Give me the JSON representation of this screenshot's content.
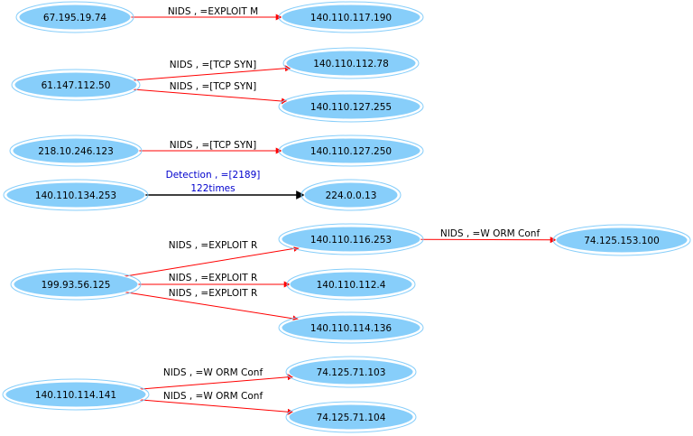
{
  "colors": {
    "node_fill": "#87cefa",
    "edge_alert": "#ff0000",
    "edge_detection": "#000000",
    "label_alert": "#000000",
    "label_detection": "#0000cd"
  },
  "nodes": [
    {
      "id": "n1",
      "label": "67.195.19.74"
    },
    {
      "id": "n2",
      "label": "140.110.117.190"
    },
    {
      "id": "n3",
      "label": "61.147.112.50"
    },
    {
      "id": "n4",
      "label": "140.110.112.78"
    },
    {
      "id": "n5",
      "label": "140.110.127.255"
    },
    {
      "id": "n6",
      "label": "218.10.246.123"
    },
    {
      "id": "n7",
      "label": "140.110.127.250"
    },
    {
      "id": "n8",
      "label": "140.110.134.253"
    },
    {
      "id": "n9",
      "label": "224.0.0.13"
    },
    {
      "id": "n10",
      "label": "140.110.116.253"
    },
    {
      "id": "n11",
      "label": "74.125.153.100"
    },
    {
      "id": "n12",
      "label": "199.93.56.125"
    },
    {
      "id": "n13",
      "label": "140.110.112.4"
    },
    {
      "id": "n14",
      "label": "140.110.114.136"
    },
    {
      "id": "n15",
      "label": "140.110.114.141"
    },
    {
      "id": "n16",
      "label": "74.125.71.103"
    },
    {
      "id": "n17",
      "label": "74.125.71.104"
    }
  ],
  "edges": [
    {
      "id": "e1",
      "from": "n1",
      "to": "n2",
      "kind": "alert",
      "label": [
        "NIDS , =EXPLOIT M"
      ]
    },
    {
      "id": "e2",
      "from": "n3",
      "to": "n4",
      "kind": "alert",
      "label": [
        "NIDS , =[TCP SYN]"
      ]
    },
    {
      "id": "e3",
      "from": "n3",
      "to": "n5",
      "kind": "alert",
      "label": [
        "NIDS , =[TCP SYN]"
      ]
    },
    {
      "id": "e4",
      "from": "n6",
      "to": "n7",
      "kind": "alert",
      "label": [
        "NIDS , =[TCP SYN]"
      ]
    },
    {
      "id": "e5",
      "from": "n8",
      "to": "n9",
      "kind": "detection",
      "label": [
        "Detection , =[2189]",
        "122times"
      ]
    },
    {
      "id": "e6",
      "from": "n10",
      "to": "n11",
      "kind": "alert",
      "label": [
        "NIDS , =W ORM Conf"
      ]
    },
    {
      "id": "e7",
      "from": "n12",
      "to": "n10",
      "kind": "alert",
      "label": [
        "NIDS , =EXPLOIT R"
      ]
    },
    {
      "id": "e8",
      "from": "n12",
      "to": "n13",
      "kind": "alert",
      "label": [
        "NIDS , =EXPLOIT R"
      ]
    },
    {
      "id": "e9",
      "from": "n12",
      "to": "n14",
      "kind": "alert",
      "label": [
        "NIDS , =EXPLOIT R"
      ]
    },
    {
      "id": "e10",
      "from": "n15",
      "to": "n16",
      "kind": "alert",
      "label": [
        "NIDS , =W ORM Conf"
      ]
    },
    {
      "id": "e11",
      "from": "n15",
      "to": "n17",
      "kind": "alert",
      "label": [
        "NIDS , =W ORM Conf"
      ]
    }
  ]
}
